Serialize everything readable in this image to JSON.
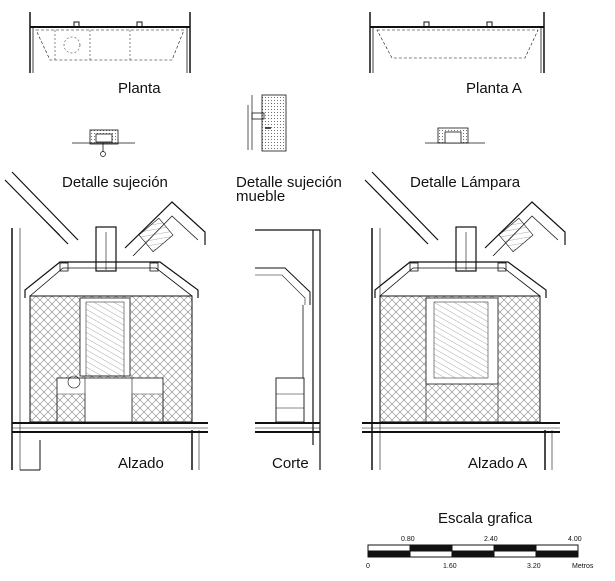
{
  "labels": {
    "planta": "Planta",
    "planta_a": "Planta A",
    "detalle_sujecion": "Detalle sujeción",
    "detalle_sujecion_mueble_1": "Detalle sujeción",
    "detalle_sujecion_mueble_2": "mueble",
    "detalle_lampara": "Detalle Lámpara",
    "alzado": "Alzado",
    "corte": "Corte",
    "alzado_a": "Alzado A"
  },
  "scale_bar": {
    "title": "Escala grafica",
    "top_ticks": [
      "0.80",
      "2.40",
      "4.00"
    ],
    "bottom_ticks": [
      "0",
      "1.60",
      "3.20"
    ],
    "unit": "Metros"
  },
  "colors": {
    "ink": "#111111",
    "hatch": "#8a8a8a",
    "background": "#ffffff"
  }
}
